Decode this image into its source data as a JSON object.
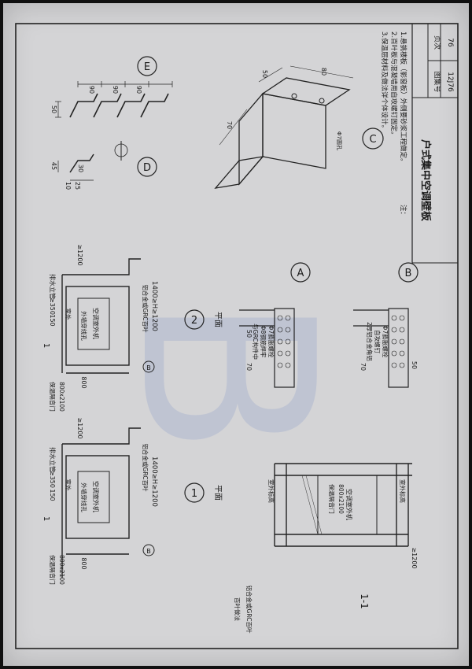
{
  "title_block": {
    "title": "户式集中空调壁板",
    "atlas_label": "图集号",
    "atlas_no": "12J76",
    "page_label": "页次",
    "page_no": "76"
  },
  "notes": {
    "prefix": "注：",
    "items": [
      "1.悬挑楼板（影窗板）外侧要砂浆工程做定。",
      "2.百叶板与混凝墙用自攻螺钉固定。",
      "3.保温层材料及做法详个体设计。"
    ]
  },
  "plan1": {
    "marker": "1",
    "caption": "平面",
    "indoor": "室外",
    "pipe": "排水立管",
    "dim_top": "≥350",
    "dim_150": "150",
    "dim_1200": "≥1200",
    "hole": "外墙穿线孔",
    "unit": "空调室外机",
    "span": "1400≥H≥1200",
    "louver": "铝合金或GRC百叶",
    "door": "保温隔音门",
    "door_size": "800x2100",
    "dim_800": "800",
    "section": "1",
    "cut_b": "B"
  },
  "plan2": {
    "marker": "2",
    "caption": "平面",
    "indoor": "室外",
    "pipe": "排水立管",
    "dim_top": "≥350",
    "dim_150": "150",
    "dim_1200": "≥1200",
    "hole": "外墙穿线孔",
    "unit": "空调室外机",
    "span": "1400≥H≥1200",
    "louver": "铝合金或GRC百叶",
    "door": "保温隔音门",
    "door_size": "800x2100",
    "dim_800": "800",
    "section": "1",
    "cut_b": "B"
  },
  "section11": {
    "caption": "1-1",
    "floor": "室外标高",
    "door": "保温隔音门",
    "door_size": "800x2100",
    "unit": "空调室外机",
    "dim": "≥1200",
    "louver_note": "铝合金或GRC百叶",
    "louver_method": "百叶做法"
  },
  "detailA": {
    "marker": "A",
    "bolt": "Φ7膨胀螺栓",
    "plate": "与GRC构件中",
    "plate2": "Φ8钢筋焊牢",
    "dim70": "70",
    "dim50": "50"
  },
  "detailB": {
    "marker": "B",
    "bolt": "Φ7膨胀螺栓",
    "angle": "2厚铝合金角铝",
    "screw": "自攻螺钉",
    "dim70": "70",
    "dim50": "50"
  },
  "detailC": {
    "marker": "C",
    "dim50": "50",
    "dim80": "80",
    "dim70": "70",
    "hole": "Φ7圆孔"
  },
  "detailD": {
    "marker": "D",
    "d45": "45",
    "d30": "30",
    "d10": "10",
    "d25": "25"
  },
  "detailE": {
    "marker": "E",
    "d50": "50",
    "s1": "90",
    "s2": "90",
    "s3": "90"
  }
}
